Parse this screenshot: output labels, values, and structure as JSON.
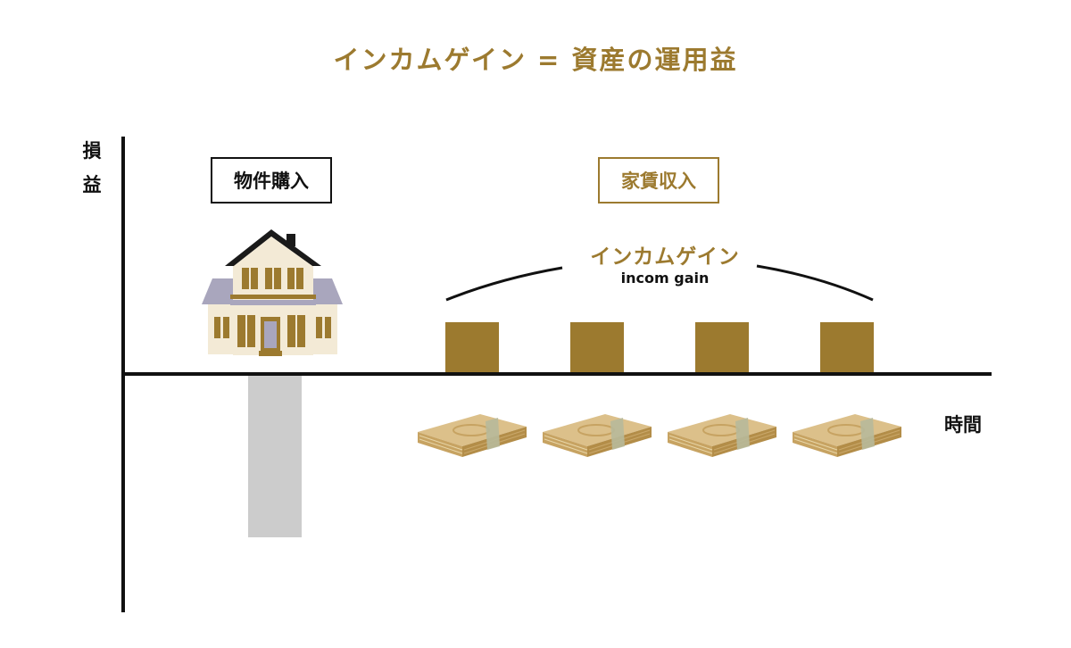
{
  "title": "インカムゲイン = 資産の運用益",
  "axes": {
    "y_label_chars": [
      "損",
      "益"
    ],
    "x_label": "時間"
  },
  "purchase": {
    "label": "物件購入"
  },
  "rent": {
    "label": "家賃収入",
    "gain_label": "インカムゲイン",
    "gain_sub": "incom gain"
  },
  "colors": {
    "accent": "#9c7a2f",
    "negative": "#cccccc",
    "axis": "#111111"
  },
  "icons": {
    "house": "house-icon",
    "money": "money-bundle-icon"
  }
}
